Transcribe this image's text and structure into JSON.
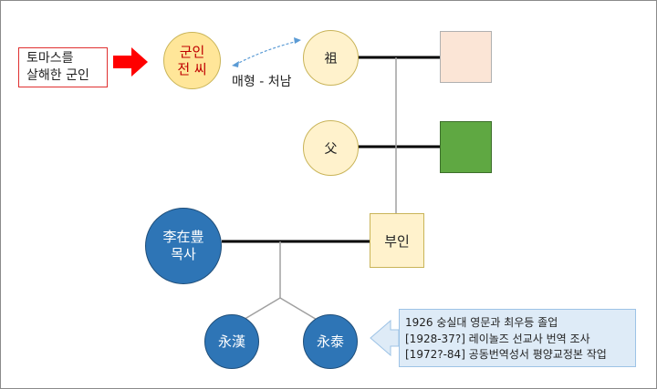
{
  "labels": {
    "killer_note": [
      "토마스를",
      "살해한 군인"
    ],
    "soldier": [
      "군인",
      "전 씨"
    ],
    "relation": "매형 - 처남",
    "grandfather": "祖",
    "father": "父",
    "pastor": [
      "李在豊",
      "목사"
    ],
    "wife": "부인",
    "son1": "永漢",
    "son2": "永泰"
  },
  "note_lines": [
    "1926 숭실대 영문과 최우등 졸업",
    "[1928-37?] 레이놀즈 선교사 번역 조사",
    "[1972?-84] 공동번역성서 평양교정본 작업"
  ],
  "colors": {
    "pastor_circle": "#2e75b6",
    "soldier_text": "#c00000",
    "arrow_red": "#ff0000",
    "green_box": "#5fa842",
    "pink_box": "#fbe5d6",
    "note_fill": "#deebf7"
  }
}
